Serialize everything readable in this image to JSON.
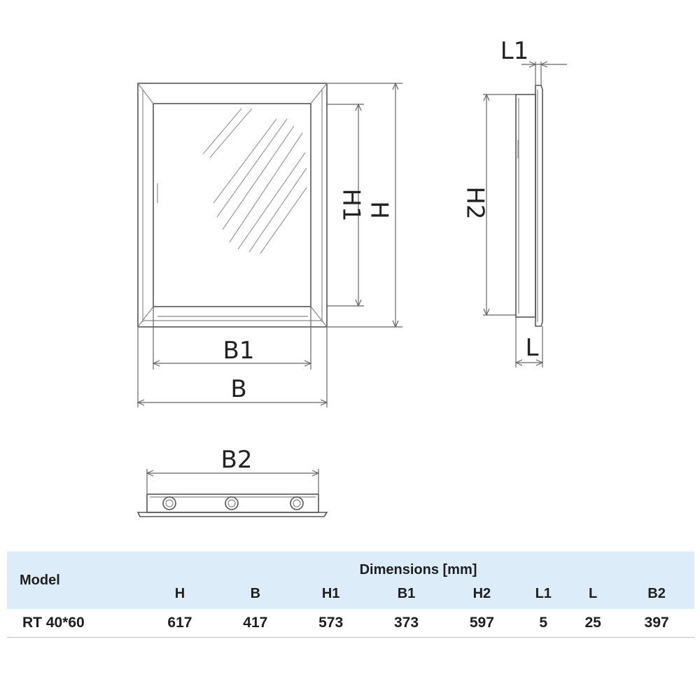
{
  "drawing": {
    "labels": {
      "h": "H",
      "h1": "H1",
      "h2": "H2",
      "b": "B",
      "b1": "B1",
      "b2": "B2",
      "l": "L",
      "l1": "L1"
    }
  },
  "table": {
    "model_header": "Model",
    "group_header": "Dimensions [mm]",
    "columns": [
      "H",
      "B",
      "H1",
      "B1",
      "H2",
      "L1",
      "L",
      "B2"
    ],
    "rows": [
      {
        "model": "RT 40*60",
        "values": [
          "617",
          "417",
          "573",
          "373",
          "597",
          "5",
          "25",
          "397"
        ]
      }
    ]
  }
}
